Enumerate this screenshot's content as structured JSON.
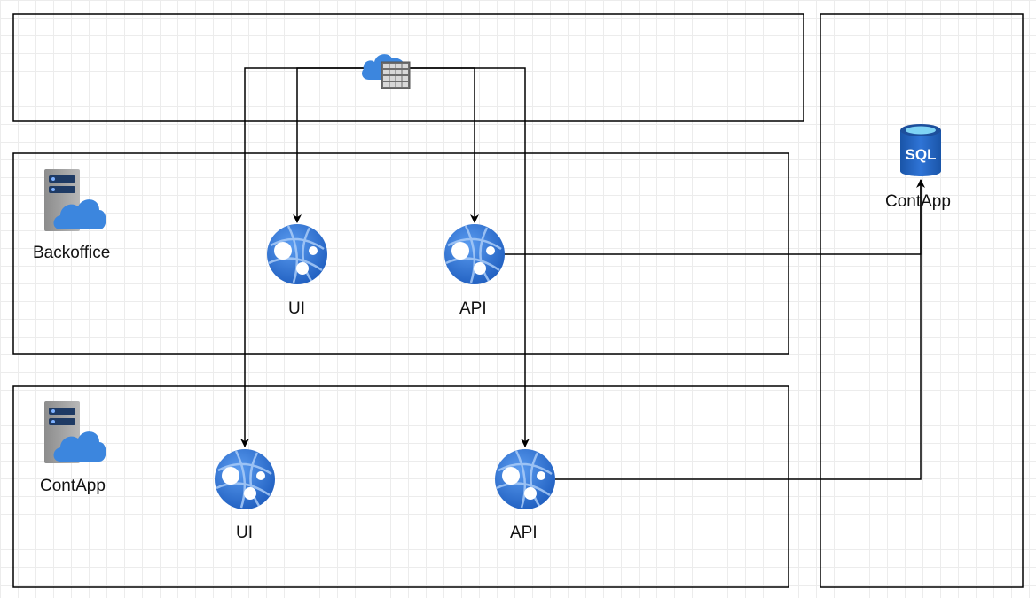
{
  "groups": {
    "backoffice": {
      "label": "Backoffice"
    },
    "contapp": {
      "label": "ContApp"
    }
  },
  "nodes": {
    "backoffice_ui": {
      "label": "UI",
      "icon": "app-service-icon"
    },
    "backoffice_api": {
      "label": "API",
      "icon": "app-service-icon"
    },
    "contapp_ui": {
      "label": "UI",
      "icon": "app-service-icon"
    },
    "contapp_api": {
      "label": "API",
      "icon": "app-service-icon"
    },
    "database": {
      "label": "ContApp",
      "icon_text": "SQL",
      "icon": "sql-database-icon"
    },
    "container_registry": {
      "icon": "container-registry-icon"
    }
  },
  "colors": {
    "app_blue": "#2f73d0",
    "sql_blue": "#1f5fb8",
    "cloud_blue": "#3c86de",
    "server_gray": "#9a9a9a",
    "line": "#000000"
  }
}
